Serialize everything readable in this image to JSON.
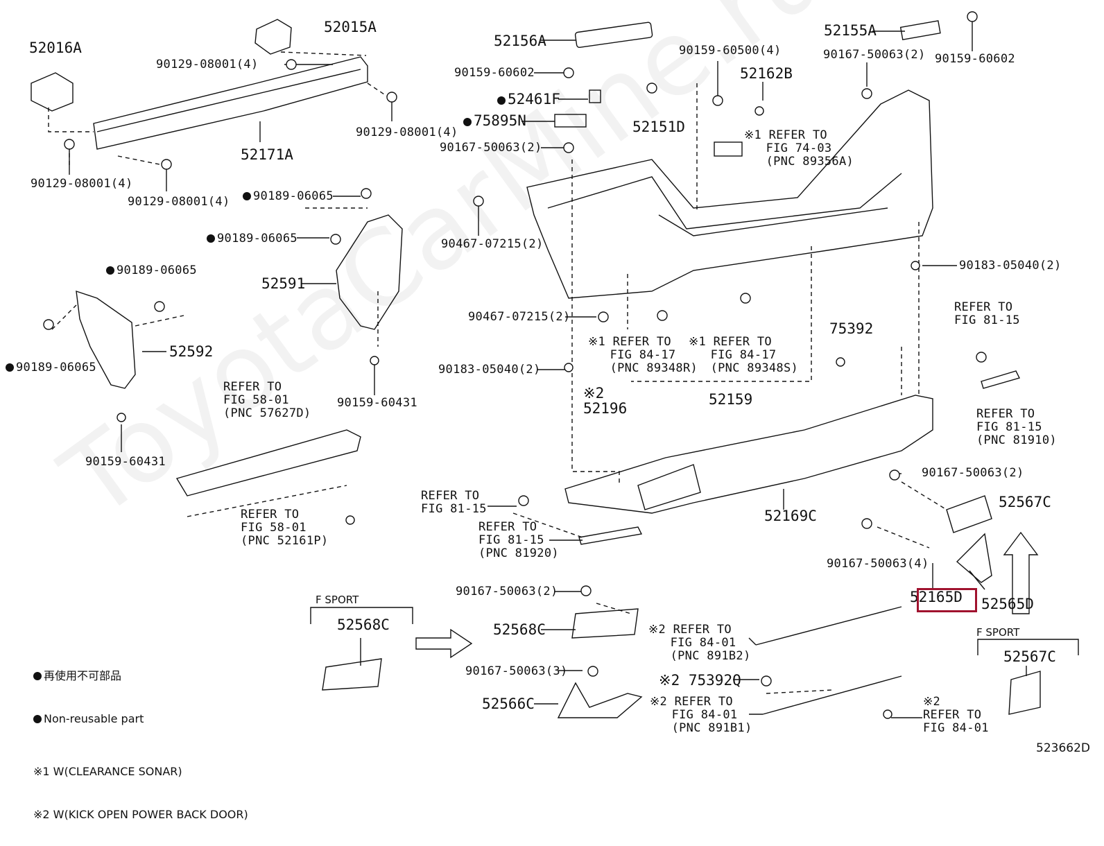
{
  "diagram_code": "523662D",
  "watermark": "ToyotaCarMine.ru",
  "highlight_part": "52165D",
  "legend": {
    "dot_jp": "再使用不可部品",
    "dot_en": "Non-reusable part",
    "note1": "※1 W(CLEARANCE SONAR)",
    "note2": "※2 W(KICK OPEN POWER BACK DOOR)"
  },
  "f_sport_left": "F SPORT",
  "f_sport_right": "F SPORT",
  "labels": [
    {
      "id": "52016A",
      "text": "52016A",
      "big": true
    },
    {
      "id": "52015A",
      "text": "52015A",
      "big": true
    },
    {
      "id": "90129a",
      "text": "90129-08001(4)"
    },
    {
      "id": "90129b",
      "text": "90129-08001(4)"
    },
    {
      "id": "90129c",
      "text": "90129-08001(4)"
    },
    {
      "id": "90129d",
      "text": "90129-08001(4)"
    },
    {
      "id": "52171A",
      "text": "52171A",
      "big": true
    },
    {
      "id": "52156A",
      "text": "52156A",
      "big": true
    },
    {
      "id": "90159-60602a",
      "text": "90159-60602"
    },
    {
      "id": "52461F",
      "text": "52461F",
      "big": true,
      "dot": true
    },
    {
      "id": "75895N",
      "text": "75895N",
      "big": true,
      "dot": true
    },
    {
      "id": "90167a",
      "text": "90167-50063(2)"
    },
    {
      "id": "90467a",
      "text": "90467-07215(2)"
    },
    {
      "id": "90159-60500",
      "text": "90159-60500(4)"
    },
    {
      "id": "52162B",
      "text": "52162B",
      "big": true
    },
    {
      "id": "52151D",
      "text": "52151D",
      "big": true
    },
    {
      "id": "refer7403",
      "text": "※1 REFER TO\n   FIG 74-03\n   (PNC 89356A)"
    },
    {
      "id": "52155A",
      "text": "52155A",
      "big": true
    },
    {
      "id": "90167b",
      "text": "90167-50063(2)"
    },
    {
      "id": "90159-60602b",
      "text": "90159-60602"
    },
    {
      "id": "90189a",
      "text": "90189-06065",
      "dot": true
    },
    {
      "id": "90189b",
      "text": "90189-06065",
      "dot": true
    },
    {
      "id": "90189c",
      "text": "90189-06065",
      "dot": true
    },
    {
      "id": "90189d",
      "text": "90189-06065",
      "dot": true
    },
    {
      "id": "52591",
      "text": "52591",
      "big": true
    },
    {
      "id": "52592",
      "text": "52592",
      "big": true
    },
    {
      "id": "90159-60431a",
      "text": "90159-60431"
    },
    {
      "id": "90159-60431b",
      "text": "90159-60431"
    },
    {
      "id": "90183a",
      "text": "90183-05040(2)"
    },
    {
      "id": "90467b",
      "text": "90467-07215(2)"
    },
    {
      "id": "refer8417a",
      "text": "※1 REFER TO\n   FIG 84-17\n   (PNC 89348R)"
    },
    {
      "id": "refer8417b",
      "text": "※1 REFER TO\n   FIG 84-17\n   (PNC 89348S)"
    },
    {
      "id": "75392",
      "text": "75392",
      "big": true
    },
    {
      "id": "90183b",
      "text": "90183-05040(2)"
    },
    {
      "id": "refer8115a",
      "text": "REFER TO\nFIG 81-15"
    },
    {
      "id": "refer8115b",
      "text": "REFER TO\nFIG 81-15\n(PNC 81910)"
    },
    {
      "id": "52196",
      "text": "※2\n52196",
      "big": true
    },
    {
      "id": "52159",
      "text": "52159",
      "big": true
    },
    {
      "id": "refer5801a",
      "text": "REFER TO\nFIG 58-01\n(PNC 57627D)"
    },
    {
      "id": "refer5801b",
      "text": "REFER TO\nFIG 58-01\n(PNC 52161P)"
    },
    {
      "id": "90167c",
      "text": "90167-50063(2)"
    },
    {
      "id": "52567Ca",
      "text": "52567C",
      "big": true
    },
    {
      "id": "refer8115c",
      "text": "REFER TO\nFIG 81-15"
    },
    {
      "id": "refer8115d",
      "text": "REFER TO\nFIG 81-15\n(PNC 81920)"
    },
    {
      "id": "52169C",
      "text": "52169C",
      "big": true
    },
    {
      "id": "90167d",
      "text": "90167-50063(4)"
    },
    {
      "id": "52165D",
      "text": "52165D",
      "big": true
    },
    {
      "id": "52565D",
      "text": "52565D",
      "big": true
    },
    {
      "id": "90167e",
      "text": "90167-50063(2)"
    },
    {
      "id": "52568Ca",
      "text": "52568C",
      "big": true
    },
    {
      "id": "52568Cb",
      "text": "52568C",
      "big": true
    },
    {
      "id": "refer891B2",
      "text": "※2 REFER TO\n   FIG 84-01\n   (PNC 891B2)"
    },
    {
      "id": "90167f",
      "text": "90167-50063(3)"
    },
    {
      "id": "75392Q",
      "text": "※2 75392Q",
      "big": true
    },
    {
      "id": "52566C",
      "text": "52566C",
      "big": true
    },
    {
      "id": "refer891B1",
      "text": "※2 REFER TO\n   FIG 84-01\n   (PNC 891B1)"
    },
    {
      "id": "refer8401",
      "text": "※2\nREFER TO\nFIG 84-01"
    },
    {
      "id": "52567Cb",
      "text": "52567C",
      "big": true
    }
  ]
}
